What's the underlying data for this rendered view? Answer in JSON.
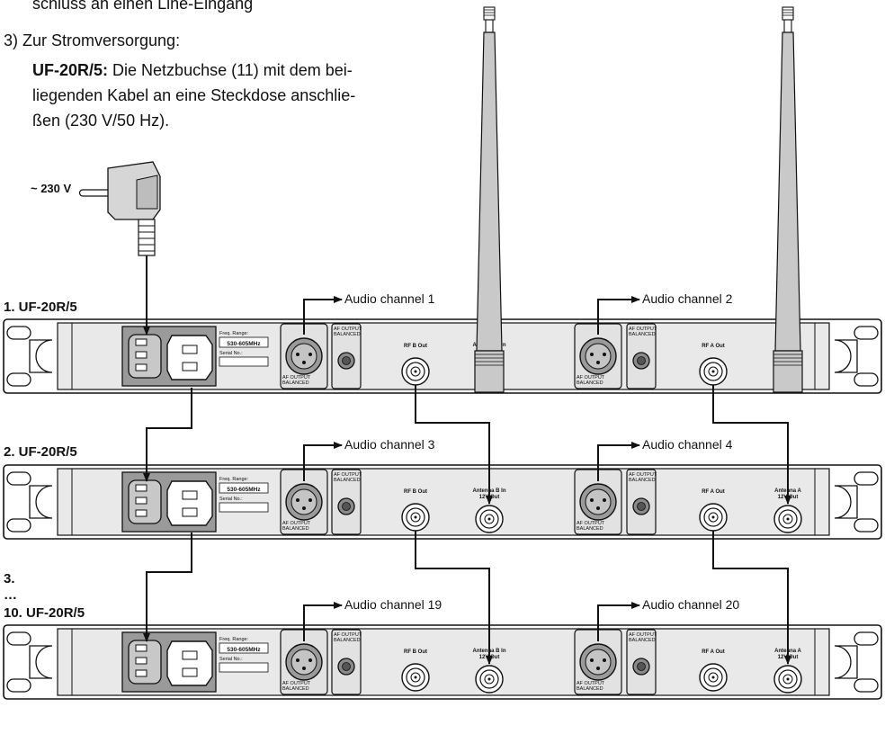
{
  "instructions": {
    "line_partial": "schluss an einen Line-Eingang",
    "step3_heading": "3) Zur Stromversorgung:",
    "step3_model": "UF-20R/5:",
    "step3_line1": "Die Netzbuchse (11) mit dem bei-",
    "step3_line2": "liegenden Kabel an eine Steckdose anschlie-",
    "step3_line3": "ßen (230 V/50 Hz)."
  },
  "diagram": {
    "mains_label": "~ 230 V",
    "units": [
      {
        "label": "1. UF-20R/5",
        "audio_left": "Audio channel 1",
        "audio_right": "Audio channel 2",
        "freq_value": "530-605MHz"
      },
      {
        "label": "2. UF-20R/5",
        "audio_left": "Audio channel 3",
        "audio_right": "Audio channel 4",
        "freq_value": "530-605MHz"
      },
      {
        "label": "10. UF-20R/5",
        "audio_left": "Audio channel 19",
        "audio_right": "Audio channel 20",
        "freq_value": "530-605MHz"
      }
    ],
    "ellipsis_step": "3.",
    "ellipsis": "…",
    "panel": {
      "freq_range_label": "Freq. Range:",
      "serial_label": "Serial No.:",
      "af_output_label": "AF OUTPUT",
      "balanced_label": "BALANCED",
      "rf_b_out": "RF B Out",
      "rf_a_out": "RF A Out",
      "antenna_b_in": "Antenna B In",
      "antenna_a": "Antenna A",
      "rf_out_12v": "12V Out"
    }
  }
}
